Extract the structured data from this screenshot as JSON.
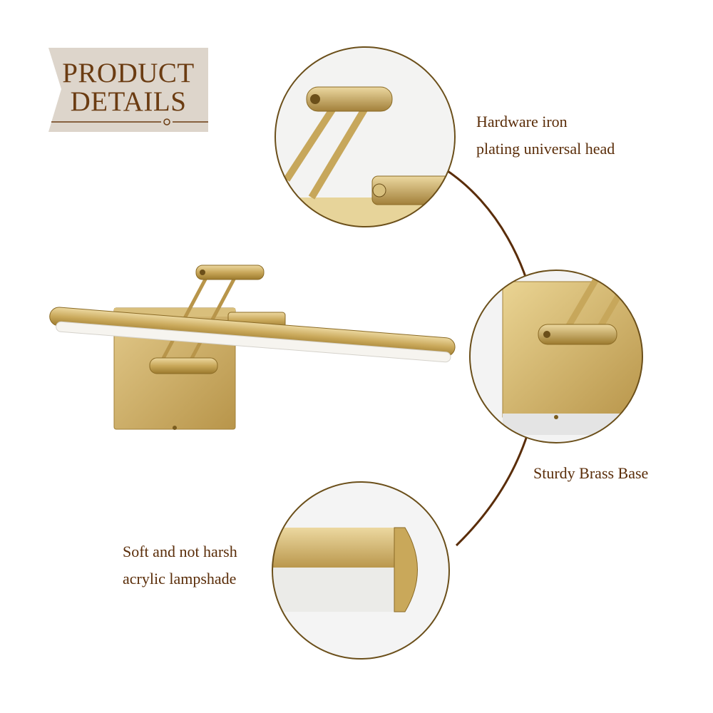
{
  "title": {
    "line1": "PRODUCT",
    "line2": "DETAILS"
  },
  "captions": {
    "head": {
      "line1": "Hardware iron",
      "line2": "plating universal head"
    },
    "base": {
      "line1": "Sturdy Brass Base"
    },
    "shade": {
      "line1": "Soft and not harsh",
      "line2": "acrylic lampshade"
    }
  },
  "colors": {
    "title_band": "#ddd5cb",
    "title_text": "#6b3c12",
    "connector_arc": "#5a2d09",
    "brass_light": "#e6cf8e",
    "brass_dark": "#9c7a2e",
    "acrylic": "#f6f4ef"
  }
}
